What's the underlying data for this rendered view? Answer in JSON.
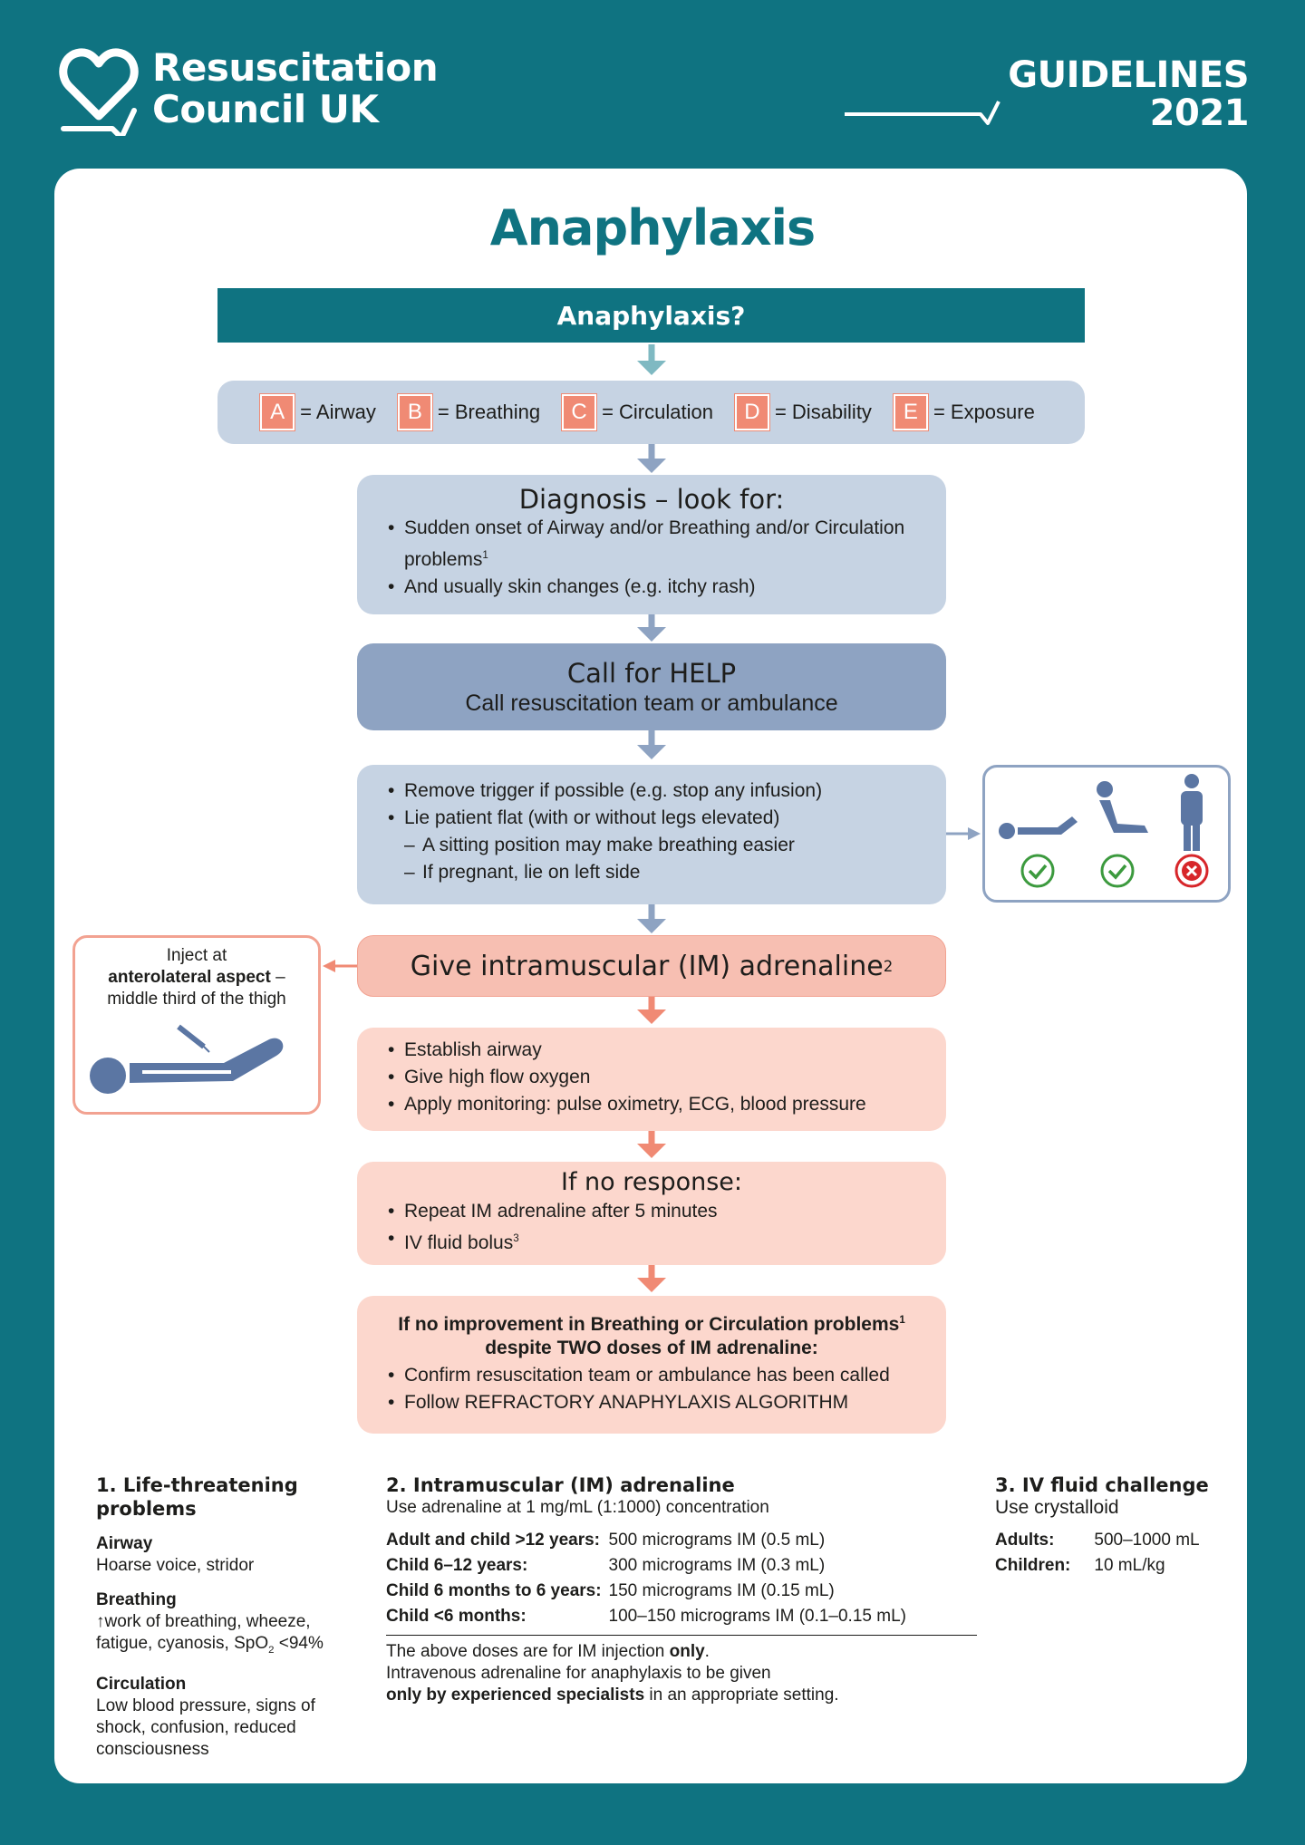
{
  "header": {
    "org_line1": "Resuscitation",
    "org_line2": "Council UK",
    "guidelines_line1": "GUIDELINES",
    "guidelines_line2": "2021"
  },
  "title": "Anaphylaxis",
  "banner": "Anaphylaxis?",
  "abcde": [
    {
      "letter": "A",
      "label": "= Airway"
    },
    {
      "letter": "B",
      "label": "= Breathing"
    },
    {
      "letter": "C",
      "label": "= Circulation"
    },
    {
      "letter": "D",
      "label": "= Disability"
    },
    {
      "letter": "E",
      "label": "= Exposure"
    }
  ],
  "diagnosis": {
    "heading": "Diagnosis – look for:",
    "items": [
      "Sudden onset of Airway and/or Breathing and/or Circulation problems",
      "And usually skin changes (e.g. itchy rash)"
    ],
    "footnote_marker": "1"
  },
  "help": {
    "line1": "Call for HELP",
    "line2": "Call resuscitation team or ambulance"
  },
  "positioning": {
    "items": [
      "Remove trigger if possible (e.g. stop any infusion)",
      "Lie patient flat (with or without legs elevated)"
    ],
    "subitems": [
      "A sitting position may make breathing easier",
      "If pregnant, lie on left side"
    ],
    "icons": [
      "lying-flat-check",
      "sitting-check",
      "standing-cross"
    ]
  },
  "adrenaline": {
    "label": "Give intramuscular (IM) adrenaline",
    "footnote_marker": "2"
  },
  "injection": {
    "line1": "Inject at",
    "line2_bold": "anterolateral aspect",
    "line2_rest": " –",
    "line3": "middle third of the thigh"
  },
  "airway_box": {
    "items": [
      "Establish airway",
      "Give high flow oxygen",
      "Apply monitoring: pulse oximetry, ECG, blood pressure"
    ]
  },
  "no_response": {
    "heading": "If no response:",
    "items": [
      "Repeat IM adrenaline after 5 minutes",
      "IV fluid bolus"
    ],
    "footnote_marker": "3"
  },
  "no_improvement": {
    "heading_line1": "If no improvement in Breathing or Circulation problems",
    "heading_line2": "despite TWO doses of IM adrenaline:",
    "footnote_marker": "1",
    "items": [
      "Confirm resuscitation team or ambulance has been called",
      "Follow REFRACTORY ANAPHYLAXIS ALGORITHM"
    ]
  },
  "footnotes": {
    "life_threatening": {
      "title": "1. Life-threatening problems",
      "airway_label": "Airway",
      "airway_text": "Hoarse voice, stridor",
      "breathing_label": "Breathing",
      "breathing_text_a": "↑work of breathing, wheeze, fatigue, cyanosis, SpO",
      "breathing_sub": "2",
      "breathing_text_b": " <94%",
      "circulation_label": "Circulation",
      "circulation_text": "Low blood pressure, signs of shock, confusion, reduced consciousness"
    },
    "im_adrenaline": {
      "title": "2. Intramuscular (IM) adrenaline",
      "subtitle": "Use adrenaline at 1 mg/mL (1:1000) concentration",
      "doses": [
        {
          "group": "Adult and child >12 years:",
          "dose": "500 micrograms IM (0.5 mL)"
        },
        {
          "group": "Child 6–12 years:",
          "dose": "300 micrograms IM (0.3 mL)"
        },
        {
          "group": "Child 6 months to 6 years:",
          "dose": "150 micrograms IM (0.15 mL)"
        },
        {
          "group": "Child <6 months:",
          "dose": "100–150 micrograms IM (0.1–0.15 mL)"
        }
      ],
      "note_line1_a": "The above doses are for IM injection ",
      "note_line1_b": "only",
      "note_line1_c": ".",
      "note_line2": "Intravenous adrenaline for anaphylaxis to be given",
      "note_line3_a": "only by experienced specialists",
      "note_line3_b": " in an appropriate setting."
    },
    "iv_fluid": {
      "title": "3. IV fluid challenge",
      "subtitle": "Use crystalloid",
      "rows": [
        {
          "group": "Adults:",
          "value": "500–1000 mL"
        },
        {
          "group": "Children:",
          "value": "10 mL/kg"
        }
      ]
    }
  },
  "colors": {
    "teal": "#0f7381",
    "blue_light": "#c6d3e3",
    "blue_dark": "#8ea3c2",
    "salmon": "#f08a74",
    "pink_light": "#fcd7cd",
    "check_green": "#3c9a3e",
    "cross_red": "#d7262a"
  }
}
